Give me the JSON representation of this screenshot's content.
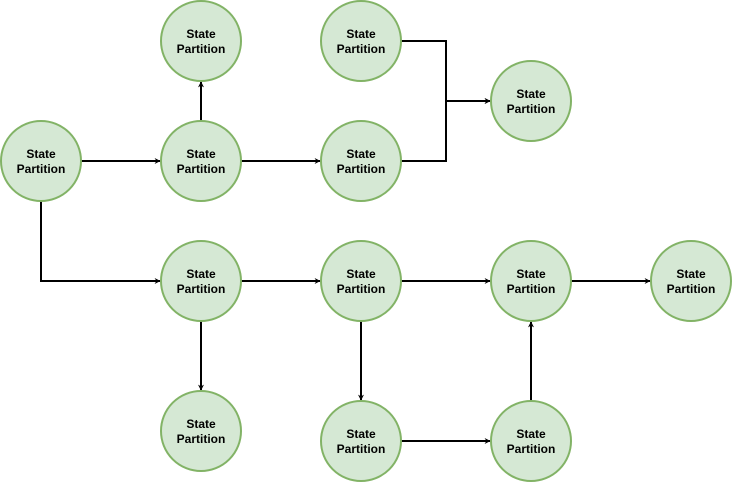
{
  "colors": {
    "node_fill": "#d5e8d4",
    "node_stroke": "#82b366",
    "edge": "#000000",
    "text": "#000000"
  },
  "nodes": [
    {
      "id": "n1",
      "line1": "State",
      "line2": "Partition"
    },
    {
      "id": "n2",
      "line1": "State",
      "line2": "Partition"
    },
    {
      "id": "n3",
      "line1": "State",
      "line2": "Partition"
    },
    {
      "id": "n4",
      "line1": "State",
      "line2": "Partition"
    },
    {
      "id": "n5",
      "line1": "State",
      "line2": "Partition"
    },
    {
      "id": "n6",
      "line1": "State",
      "line2": "Partition"
    },
    {
      "id": "n7",
      "line1": "State",
      "line2": "Partition"
    },
    {
      "id": "n8",
      "line1": "State",
      "line2": "Partition"
    },
    {
      "id": "n9",
      "line1": "State",
      "line2": "Partition"
    },
    {
      "id": "n10",
      "line1": "State",
      "line2": "Partition"
    },
    {
      "id": "n11",
      "line1": "State",
      "line2": "Partition"
    },
    {
      "id": "n12",
      "line1": "State",
      "line2": "Partition"
    },
    {
      "id": "n13",
      "line1": "State",
      "line2": "Partition"
    }
  ],
  "edges": [
    {
      "from": "n1",
      "to": "n2"
    },
    {
      "from": "n2",
      "to": "n3"
    },
    {
      "from": "n2",
      "to": "n4"
    },
    {
      "from": "n5",
      "to": "n6"
    },
    {
      "from": "n4",
      "to": "n6"
    },
    {
      "from": "n1",
      "to": "n7"
    },
    {
      "from": "n7",
      "to": "n8"
    },
    {
      "from": "n7",
      "to": "n9"
    },
    {
      "from": "n8",
      "to": "n10"
    },
    {
      "from": "n10",
      "to": "n11"
    },
    {
      "from": "n8",
      "to": "n12"
    },
    {
      "from": "n12",
      "to": "n13"
    },
    {
      "from": "n13",
      "to": "n10"
    }
  ]
}
